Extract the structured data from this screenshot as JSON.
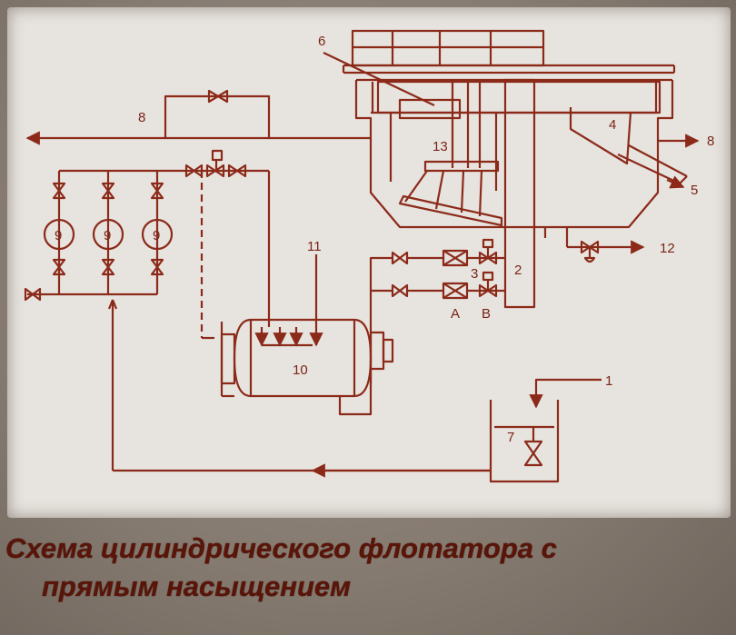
{
  "colors": {
    "line": "#8c2a1a",
    "panel": "#e7e4df",
    "caption": "#5a1408"
  },
  "labels": {
    "n1": "1",
    "n2": "2",
    "n3": "3",
    "n4": "4",
    "n5": "5",
    "n6": "6",
    "n7": "7",
    "n8a": "8",
    "n8b": "8",
    "n9a": "9",
    "n9b": "9",
    "n9c": "9",
    "n10": "10",
    "n11": "11",
    "n12": "12",
    "n13": "13",
    "a": "А",
    "b": "В"
  },
  "caption": {
    "line1": "Схема цилиндрического флотатора с",
    "line2": "прямым насыщением"
  }
}
